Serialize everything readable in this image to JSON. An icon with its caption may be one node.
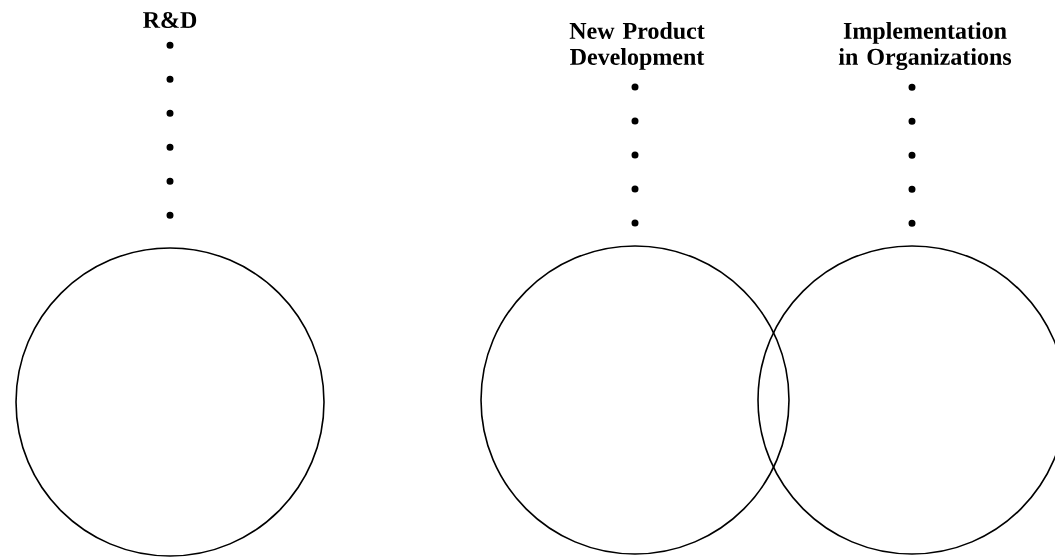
{
  "diagram": {
    "nodes": [
      {
        "text": [
          "R&D"
        ]
      },
      {
        "text": [
          "New Product Development"
        ]
      },
      {
        "text": [
          "Implementation in Organizations"
        ]
      },
      {
        "text": [],
        "shape": "circle"
      },
      {
        "text": [],
        "shape": "circle"
      },
      {
        "text": [],
        "shape": "circle"
      }
    ],
    "edges": [
      {
        "from": 0,
        "to": 3,
        "arrow": "none",
        "style": "dashed"
      },
      {
        "from": 1,
        "to": 4,
        "arrow": "none",
        "style": "dashed"
      },
      {
        "from": 2,
        "to": 5,
        "arrow": "none",
        "style": "dashed"
      }
    ]
  }
}
